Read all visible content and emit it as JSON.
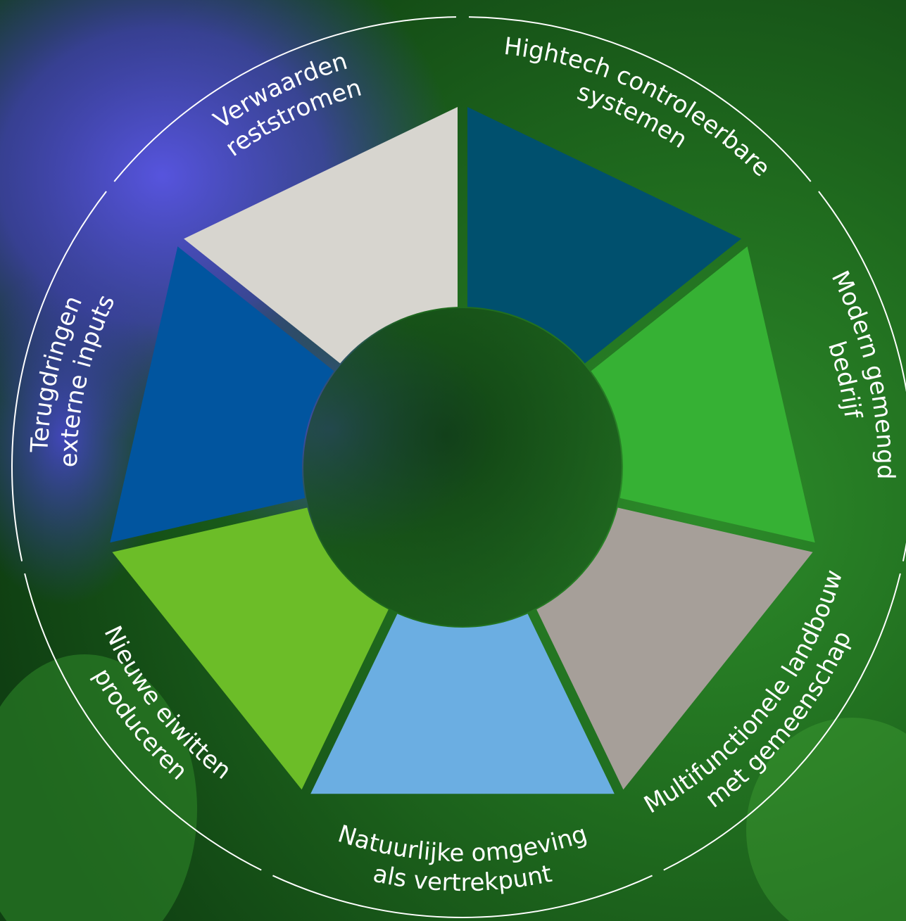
{
  "diagram": {
    "segments": [
      {
        "id": "hightech",
        "color": "#00506e",
        "lines": [
          "Hightech controleerbare",
          "systemen"
        ]
      },
      {
        "id": "modern",
        "color": "#36b134",
        "lines": [
          "Modern gemengd",
          "bedrijf"
        ]
      },
      {
        "id": "multi",
        "color": "#a69f99",
        "lines": [
          "Multifunctionele landbouw",
          "met gemeenschap"
        ]
      },
      {
        "id": "natuurlijke",
        "color": "#6baee2",
        "lines": [
          "Natuurlijke omgeving",
          "als vertrekpunt"
        ]
      },
      {
        "id": "nieuwe",
        "color": "#6cbd28",
        "lines": [
          "Nieuwe eiwitten",
          "produceren"
        ]
      },
      {
        "id": "terugdringen",
        "color": "#01559f",
        "lines": [
          "Terugdringen",
          "externe inputs"
        ]
      },
      {
        "id": "verwaarden",
        "color": "#d7d5cf",
        "lines": [
          "Verwaarden",
          "reststromen"
        ]
      }
    ]
  }
}
